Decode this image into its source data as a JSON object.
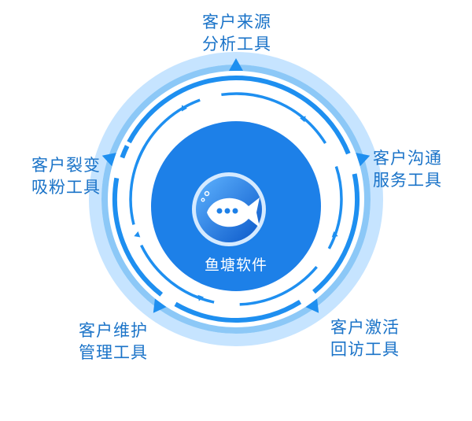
{
  "diagram": {
    "center": {
      "title": "鱼塘软件"
    },
    "tools": [
      {
        "line1": "客户来源",
        "line2": "分析工具"
      },
      {
        "line1": "客户沟通",
        "line2": "服务工具"
      },
      {
        "line1": "客户激活",
        "line2": "回访工具"
      },
      {
        "line1": "客户维护",
        "line2": "管理工具"
      },
      {
        "line1": "客户裂变",
        "line2": "吸粉工具"
      }
    ]
  },
  "colors": {
    "outer_ring_light": "#bfe1ff",
    "outer_ring_mid": "#7cc0f5",
    "ring_blue": "#1e8ff0",
    "inner_circle": "#1d7fe6",
    "label_text": "#1a73c8",
    "logo_ring": "#d7ecff"
  }
}
